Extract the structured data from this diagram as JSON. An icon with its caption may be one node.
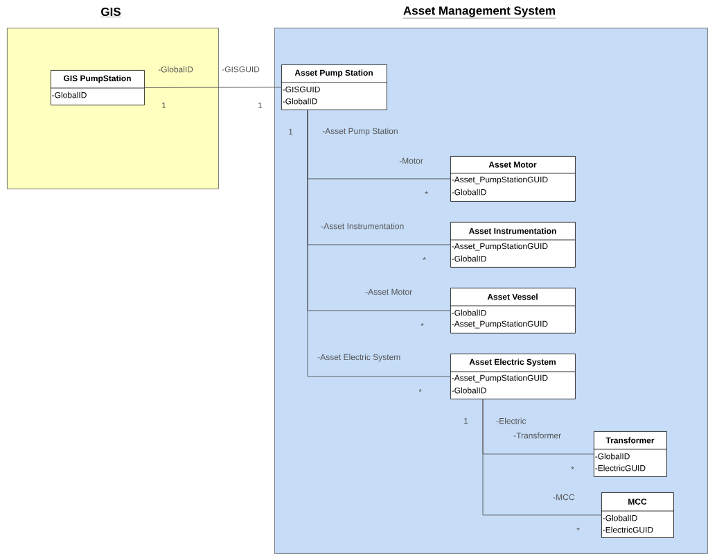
{
  "diagram": {
    "nodes": [
      {
        "text": [
          "GIS"
        ]
      },
      {
        "text": [
          "GIS PumpStation",
          "-GlobalID"
        ],
        "in": 0
      },
      {
        "text": [
          "Asset Management System"
        ]
      },
      {
        "text": [
          "Asset Pump Station",
          "-GISGUID",
          "-GlobalID"
        ],
        "in": 2
      },
      {
        "text": [
          "Asset Motor",
          "-Asset_PumpStationGUID",
          "-GlobalID"
        ],
        "in": 2
      },
      {
        "text": [
          "Asset Instrumentation",
          "-Asset_PumpStationGUID",
          "-GlobalID"
        ],
        "in": 2
      },
      {
        "text": [
          "Asset Vessel",
          "-GlobalID",
          "-Asset_PumpStationGUID"
        ],
        "in": 2
      },
      {
        "text": [
          "Asset Electric System",
          "-Asset_PumpStationGUID",
          "-GlobalID"
        ],
        "in": 2
      },
      {
        "text": [
          "Transformer",
          "-GlobalID",
          "-ElectricGUID"
        ],
        "in": 2
      },
      {
        "text": [
          "MCC",
          "-GlobalID",
          "-ElectricGUID"
        ],
        "in": 2
      }
    ],
    "edges": [
      {
        "from": 1,
        "to": 3,
        "arrow": "none"
      },
      {
        "from": 3,
        "to": 4,
        "arrow": "none"
      },
      {
        "from": 3,
        "to": 5,
        "arrow": "none"
      },
      {
        "from": 3,
        "to": 6,
        "arrow": "none"
      },
      {
        "from": 3,
        "to": 7,
        "arrow": "none"
      },
      {
        "from": 7,
        "to": 8,
        "arrow": "none"
      },
      {
        "from": 7,
        "to": 9,
        "arrow": "none"
      }
    ],
    "labels": [
      "-GlobalID",
      "-GISGUID",
      "1",
      "1",
      "1",
      "-Asset Pump Station",
      "-Motor",
      "*",
      "-Asset Instrumentation",
      "*",
      "-Asset Motor",
      "*",
      "-Asset Electric System",
      "*",
      "1",
      "-Electric",
      "-Transformer",
      "*",
      "-MCC",
      "*"
    ]
  }
}
